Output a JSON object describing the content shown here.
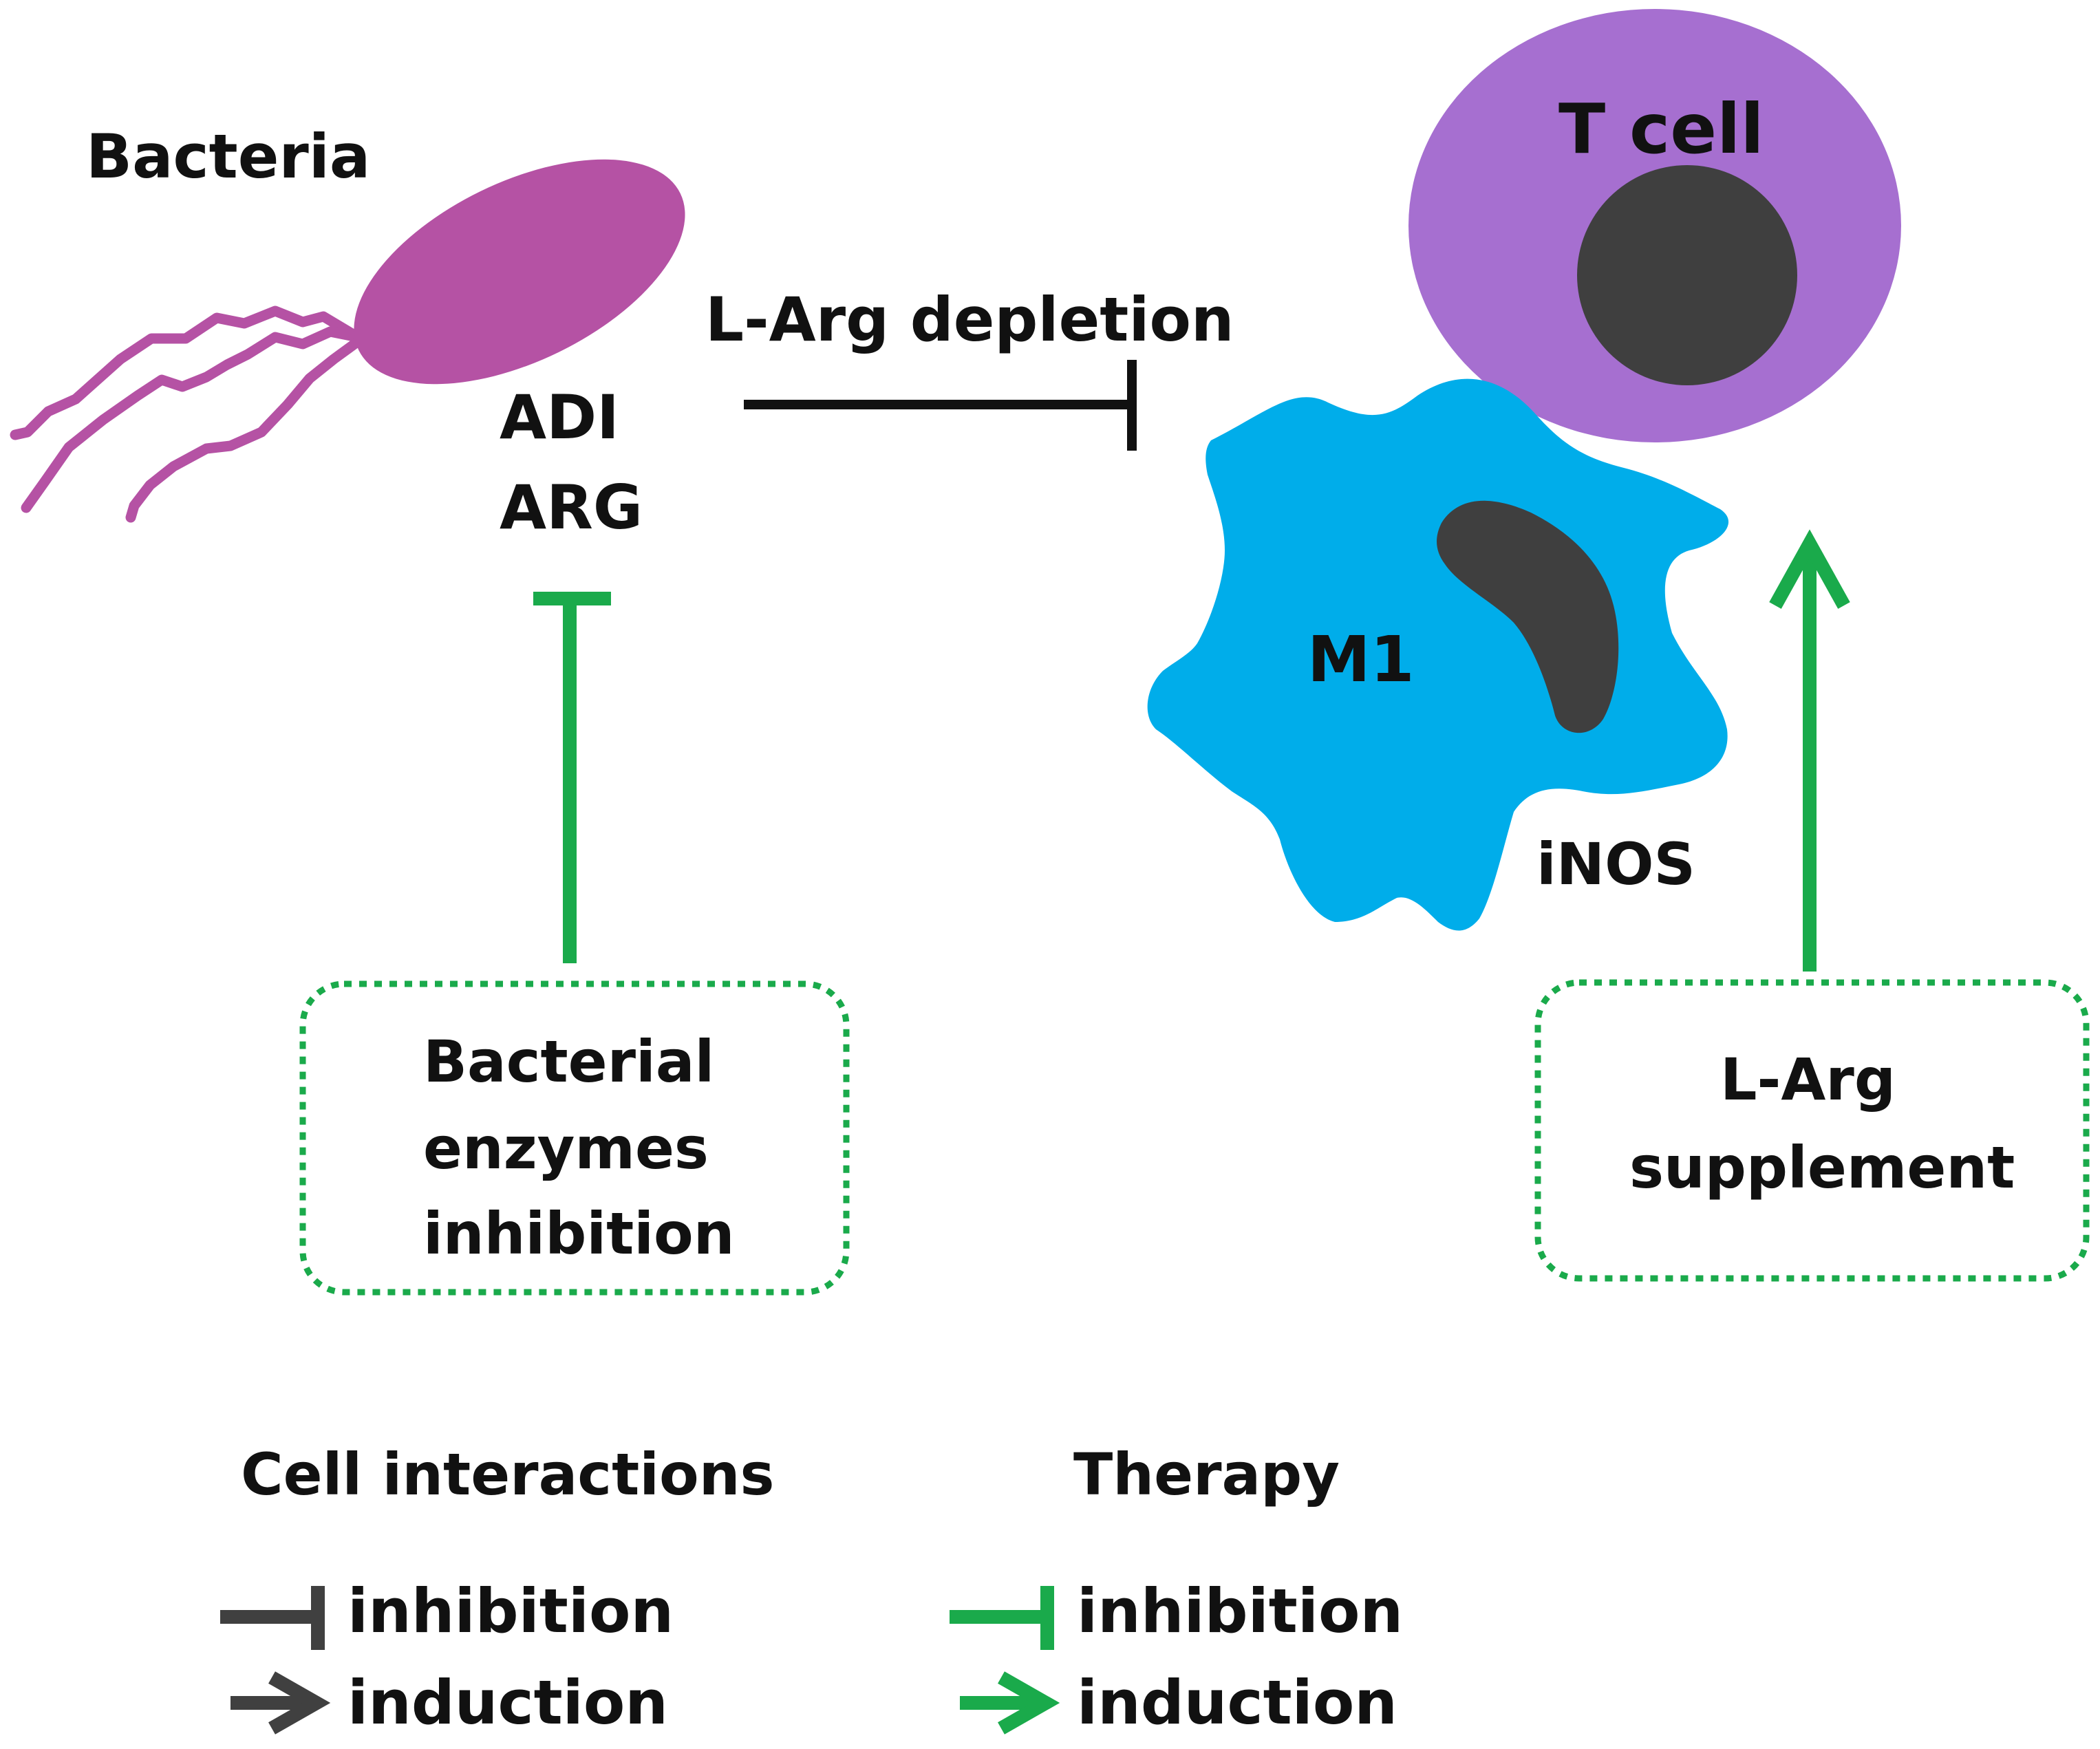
{
  "labels": {
    "bacteria": "Bacteria",
    "adi": "ADI",
    "arg": "ARG",
    "l_arg_depletion": "L-Arg depletion",
    "t_cell": "T cell",
    "m1": "M1",
    "inos": "iNOS"
  },
  "boxes": {
    "bacterial_enzymes": [
      "Bacterial",
      "enzymes",
      "inhibition"
    ],
    "l_arg_supplement": [
      "L-Arg",
      "supplement"
    ]
  },
  "legend": {
    "cell_interactions": {
      "title": "Cell interactions",
      "inhibition": "inhibition",
      "induction": "induction"
    },
    "therapy": {
      "title": "Therapy",
      "inhibition": "inhibition",
      "induction": "induction"
    }
  },
  "colors": {
    "bacteria": "#b552a4",
    "t_cell": "#a66fd0",
    "nucleus": "#3f3f3f",
    "macrophage": "#00adea",
    "therapy_green": "#1aaa4b",
    "interaction_black": "#111111",
    "legend_dark": "#404040"
  }
}
